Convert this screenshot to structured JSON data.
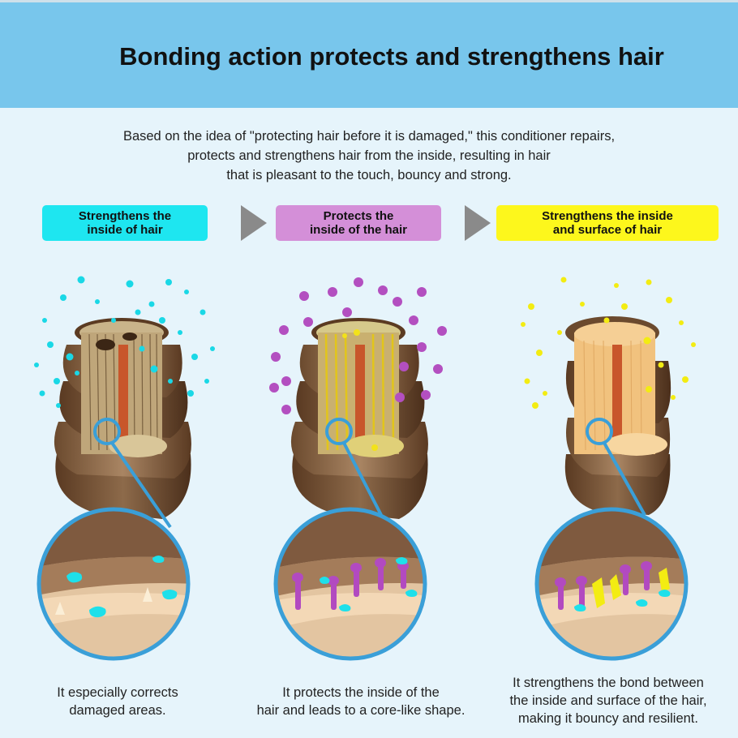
{
  "title": "Bonding action protects and strengthens hair",
  "intro": {
    "line1": "Based on the idea of \"protecting hair before it is damaged,\" this conditioner repairs,",
    "line2": "protects and strengthens hair from the inside, resulting in hair",
    "line3": "that is pleasant to the touch, bouncy and strong."
  },
  "steps": [
    {
      "label_line1": "Strengthens the",
      "label_line2": "inside of hair",
      "caption_line1": "It especially corrects",
      "caption_line2": "damaged areas.",
      "caption_line3": "",
      "color": "#1ee6f0"
    },
    {
      "label_line1": "Protects the",
      "label_line2": "inside of the hair",
      "caption_line1": "It protects the inside of the",
      "caption_line2": "hair and leads to a core-like shape.",
      "caption_line3": "",
      "color": "#d48fd8"
    },
    {
      "label_line1": "Strengthens the inside",
      "label_line2": "and surface of hair",
      "caption_line1": "It strengthens the bond between",
      "caption_line2": "the inside and surface of the hair,",
      "caption_line3": "making it bouncy and resilient.",
      "color": "#fdf71c"
    }
  ],
  "colors": {
    "header_bg": "#78c6ec",
    "page_bg": "#e6f4fb",
    "arrow": "#8a8a8a",
    "cyan_particles": "#1ad8e6",
    "magenta_particles": "#b34fc0",
    "yellow_particles": "#f3ec12",
    "lens_ring": "#3a9fd8"
  }
}
